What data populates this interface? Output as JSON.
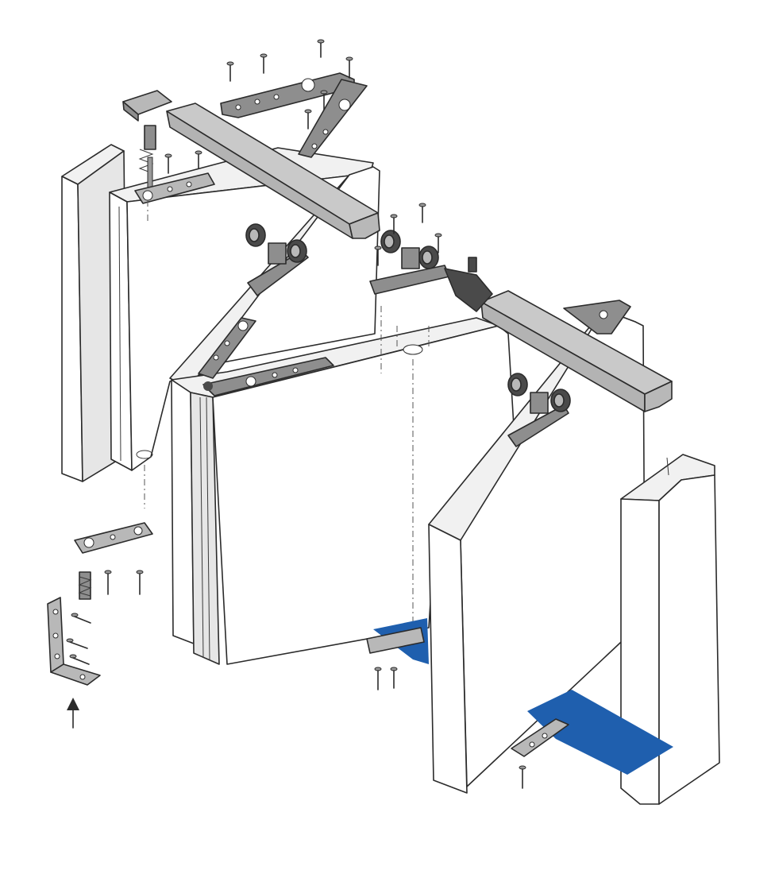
{
  "diagram": {
    "kind": "exploded assembly drawing",
    "colors": {
      "background": "#ffffff",
      "outline": "#2b2b2b",
      "panel_face": "#ffffff",
      "panel_edge": "#eeeeee",
      "track_rail": "#c9c9c9",
      "hardware_plate": "#8e8e8e",
      "floor_guide_highlight": "#1f5fae"
    },
    "parts": [
      "frame-jamb-left",
      "frame-jamb-right",
      "door-panel-1",
      "door-panel-2",
      "door-panel-3",
      "door-panel-4",
      "top-track-left",
      "top-track-right",
      "top-pivot-bracket",
      "top-hinge-plates",
      "carrier-trolleys",
      "bottom-pivot-plate",
      "floor-bracket",
      "spring-pin",
      "screws",
      "floor-guides"
    ],
    "arrow_direction": "up"
  }
}
